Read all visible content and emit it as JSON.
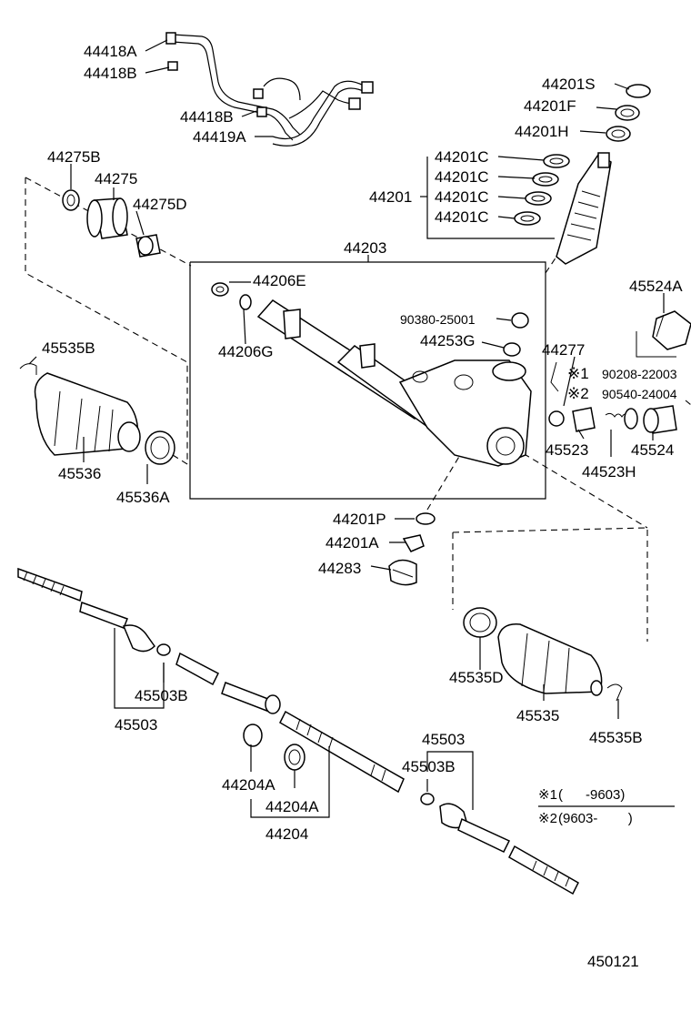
{
  "diagram_id": "450121",
  "notes": {
    "n1_mark": "※1",
    "n1_range": "(      -9603)",
    "n2_mark": "※2",
    "n2_range": "(9603-        )"
  },
  "labels": {
    "p44418A": "44418A",
    "p44418B_top": "44418B",
    "p44418B_mid": "44418B",
    "p44419A": "44419A",
    "p44201S": "44201S",
    "p44201F": "44201F",
    "p44201H": "44201H",
    "p44201C_1": "44201C",
    "p44201C_2": "44201C",
    "p44201C_3": "44201C",
    "p44201C_4": "44201C",
    "p44201": "44201",
    "p44275B": "44275B",
    "p44275": "44275",
    "p44275D": "44275D",
    "p44203": "44203",
    "p44206E": "44206E",
    "p44206G": "44206G",
    "p90380": "90380-25001",
    "p44253G": "44253G",
    "p44277": "44277",
    "p45524A": "45524A",
    "p90208": "90208-22003",
    "p90540": "90540-24004",
    "p45523": "45523",
    "p44523H": "44523H",
    "p45524": "45524",
    "p45535B_l": "45535B",
    "p45536": "45536",
    "p45536A": "45536A",
    "p44201P": "44201P",
    "p44201A": "44201A",
    "p44283": "44283",
    "p45535D": "45535D",
    "p45535": "45535",
    "p45535B_r": "45535B",
    "p45503B_l": "45503B",
    "p45503_l": "45503",
    "p45503_r": "45503",
    "p45503B_r": "45503B",
    "p44204A_1": "44204A",
    "p44204A_2": "44204A",
    "p44204": "44204"
  }
}
